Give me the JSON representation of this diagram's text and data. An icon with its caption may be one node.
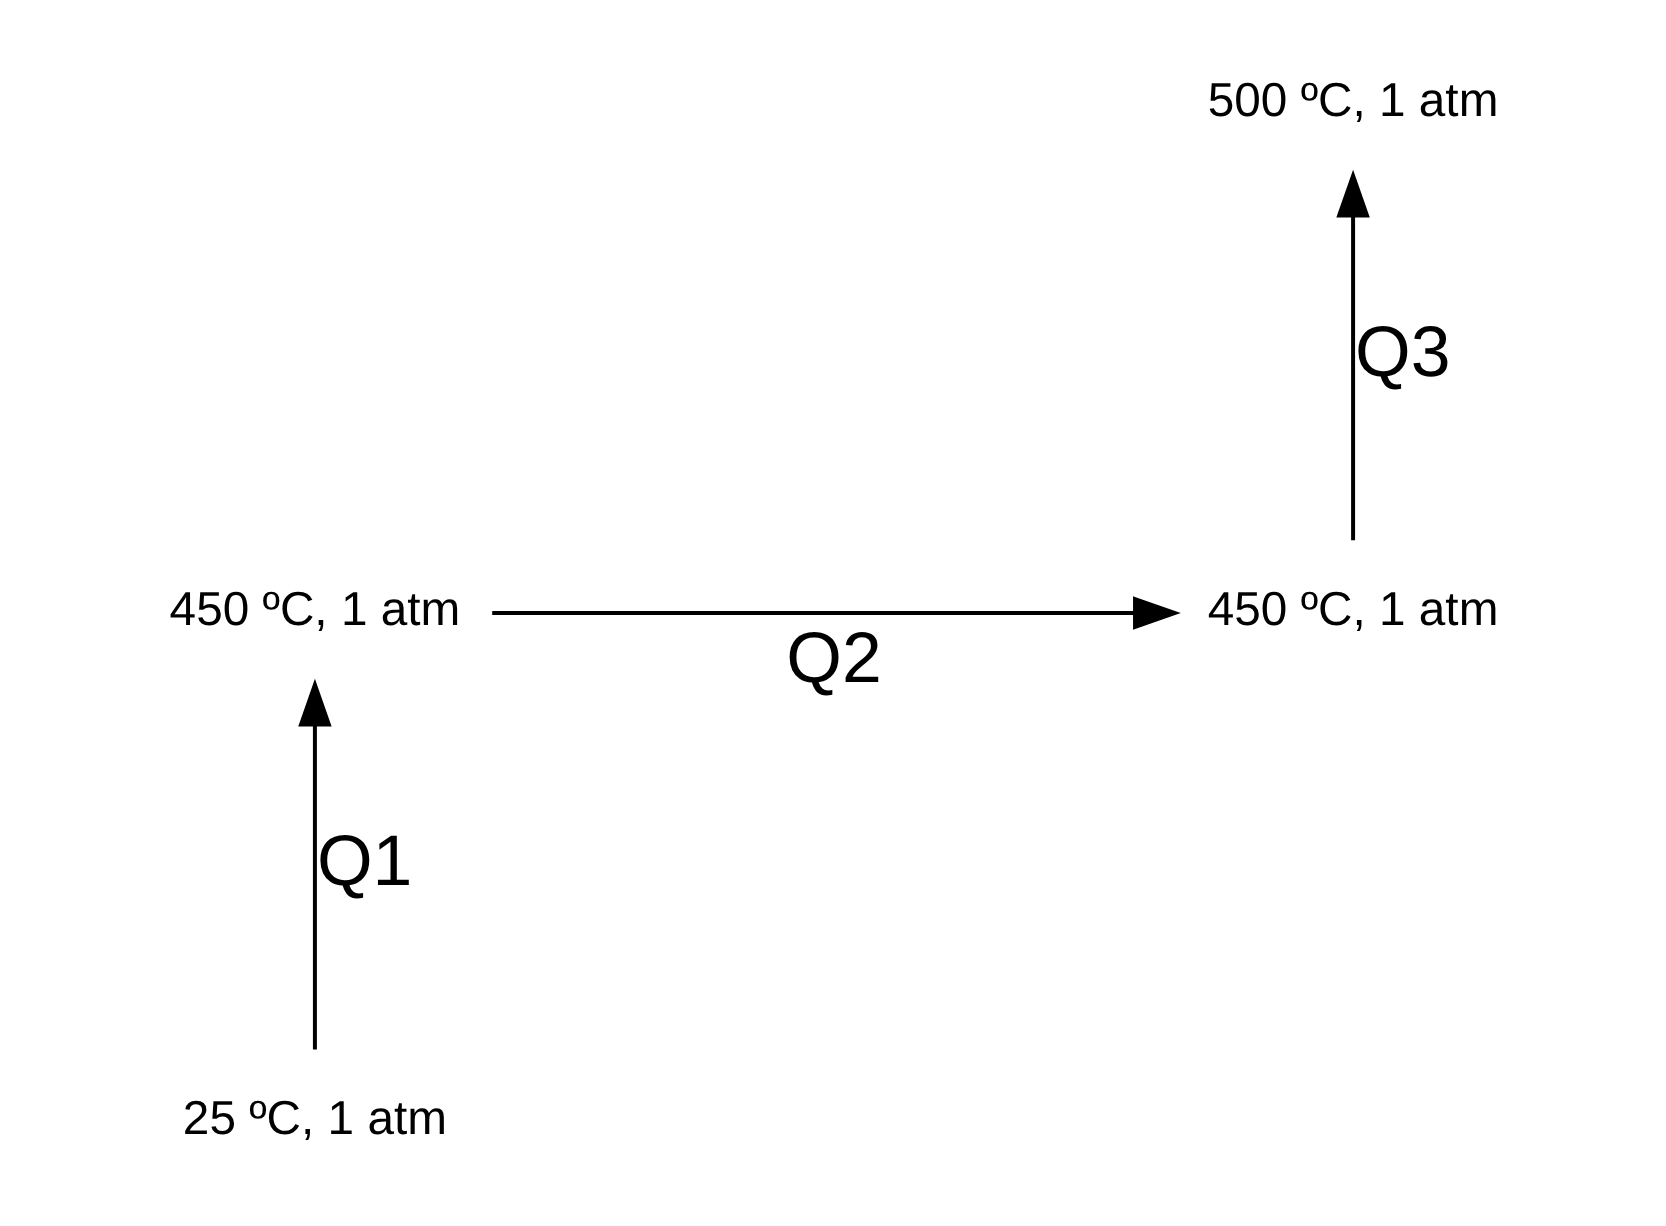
{
  "diagram": {
    "nodes": [
      {
        "text": [
          "25 ºC, 1 atm"
        ]
      },
      {
        "text": [
          "450 ºC, 1 atm"
        ]
      },
      {
        "text": [
          "450 ºC, 1 atm"
        ]
      },
      {
        "text": [
          "500 ºC, 1 atm"
        ]
      }
    ],
    "edges": [
      {
        "from": 0,
        "to": 1,
        "arrow": "to",
        "label": "Q1"
      },
      {
        "from": 1,
        "to": 2,
        "arrow": "to",
        "label": "Q2"
      },
      {
        "from": 2,
        "to": 3,
        "arrow": "to",
        "label": "Q3"
      }
    ]
  }
}
